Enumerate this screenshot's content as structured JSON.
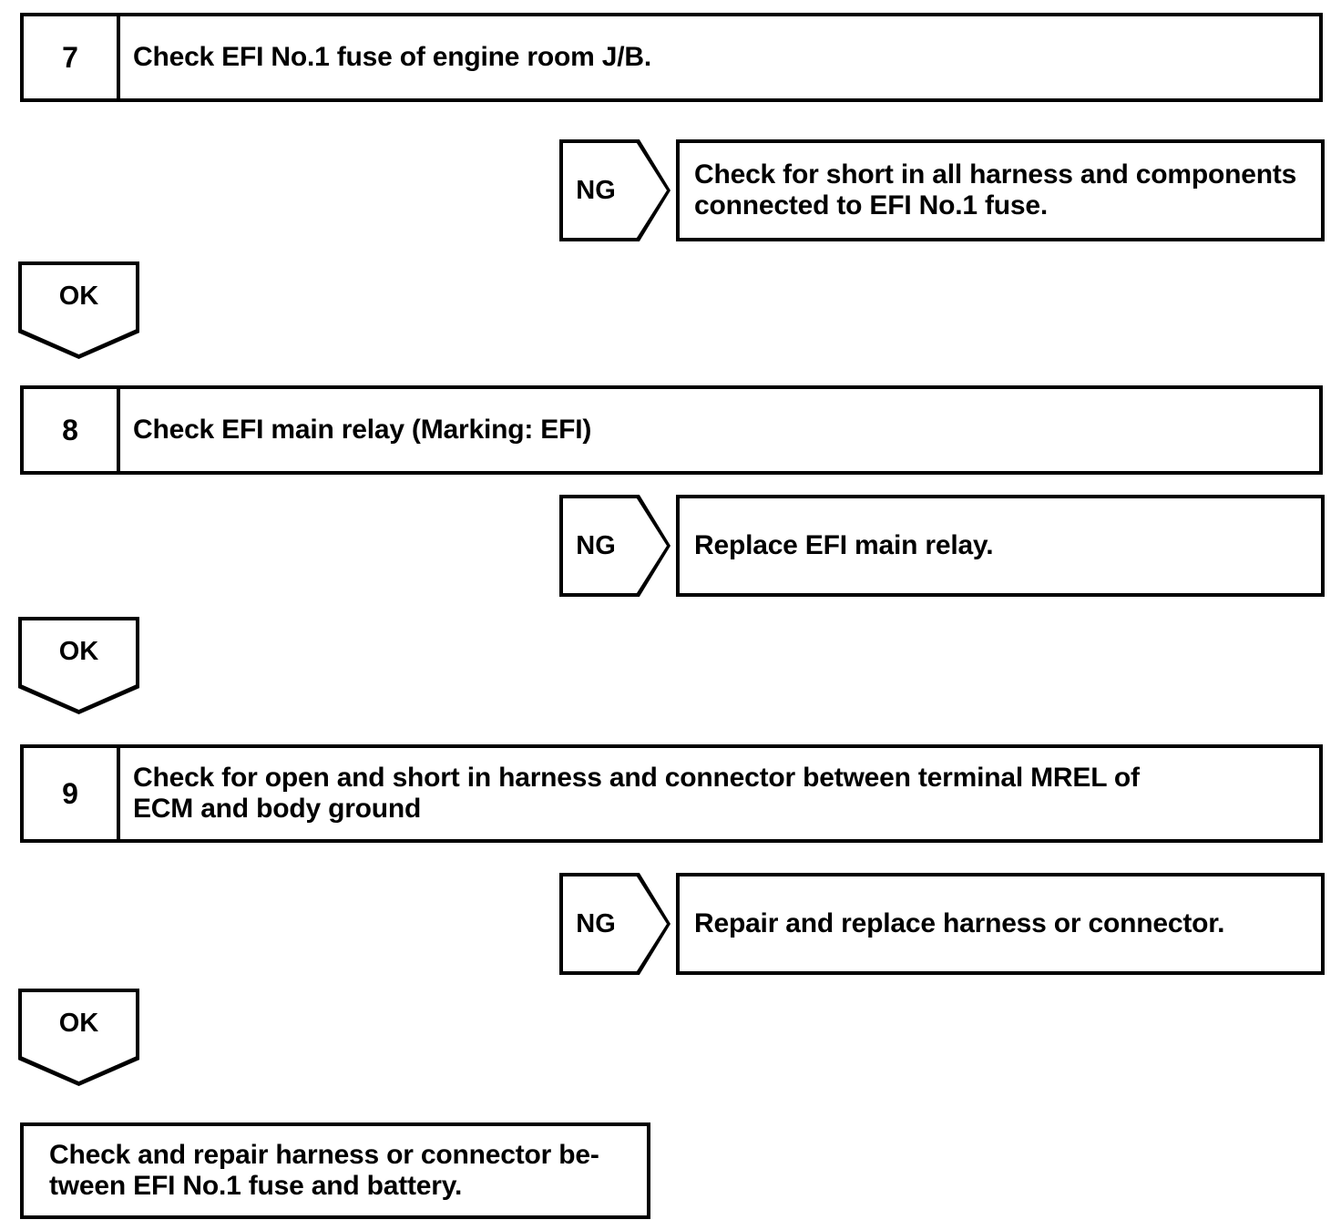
{
  "document": {
    "type": "diagnostic-flowchart",
    "title": "EFI diagnostic troubleshooting flow (steps 7-9)"
  },
  "steps": [
    {
      "number": "7",
      "text_lines": [
        "Check EFI No.1 fuse of engine room J/B."
      ],
      "branch": {
        "tag": "NG",
        "text_lines": [
          "Check for short in all harness and components",
          "connected to EFI No.1 fuse."
        ]
      },
      "pass": {
        "tag": "OK"
      }
    },
    {
      "number": "8",
      "text_lines": [
        "Check EFI main relay (Marking: EFI)"
      ],
      "branch": {
        "tag": "NG",
        "text_lines": [
          "Replace EFI main relay."
        ]
      },
      "pass": {
        "tag": "OK"
      }
    },
    {
      "number": "9",
      "text_lines": [
        "Check for open and short in harness and connector between terminal MREL of",
        "ECM and body ground"
      ],
      "branch": {
        "tag": "NG",
        "text_lines": [
          "Repair and replace harness or connector."
        ]
      },
      "pass": {
        "tag": "OK"
      }
    }
  ],
  "result": {
    "text_lines": [
      "Check and repair harness or connector be-",
      "tween EFI No.1 fuse and battery."
    ]
  },
  "colors": {
    "line": "#000000",
    "background": "#ffffff",
    "text": "#000000"
  }
}
